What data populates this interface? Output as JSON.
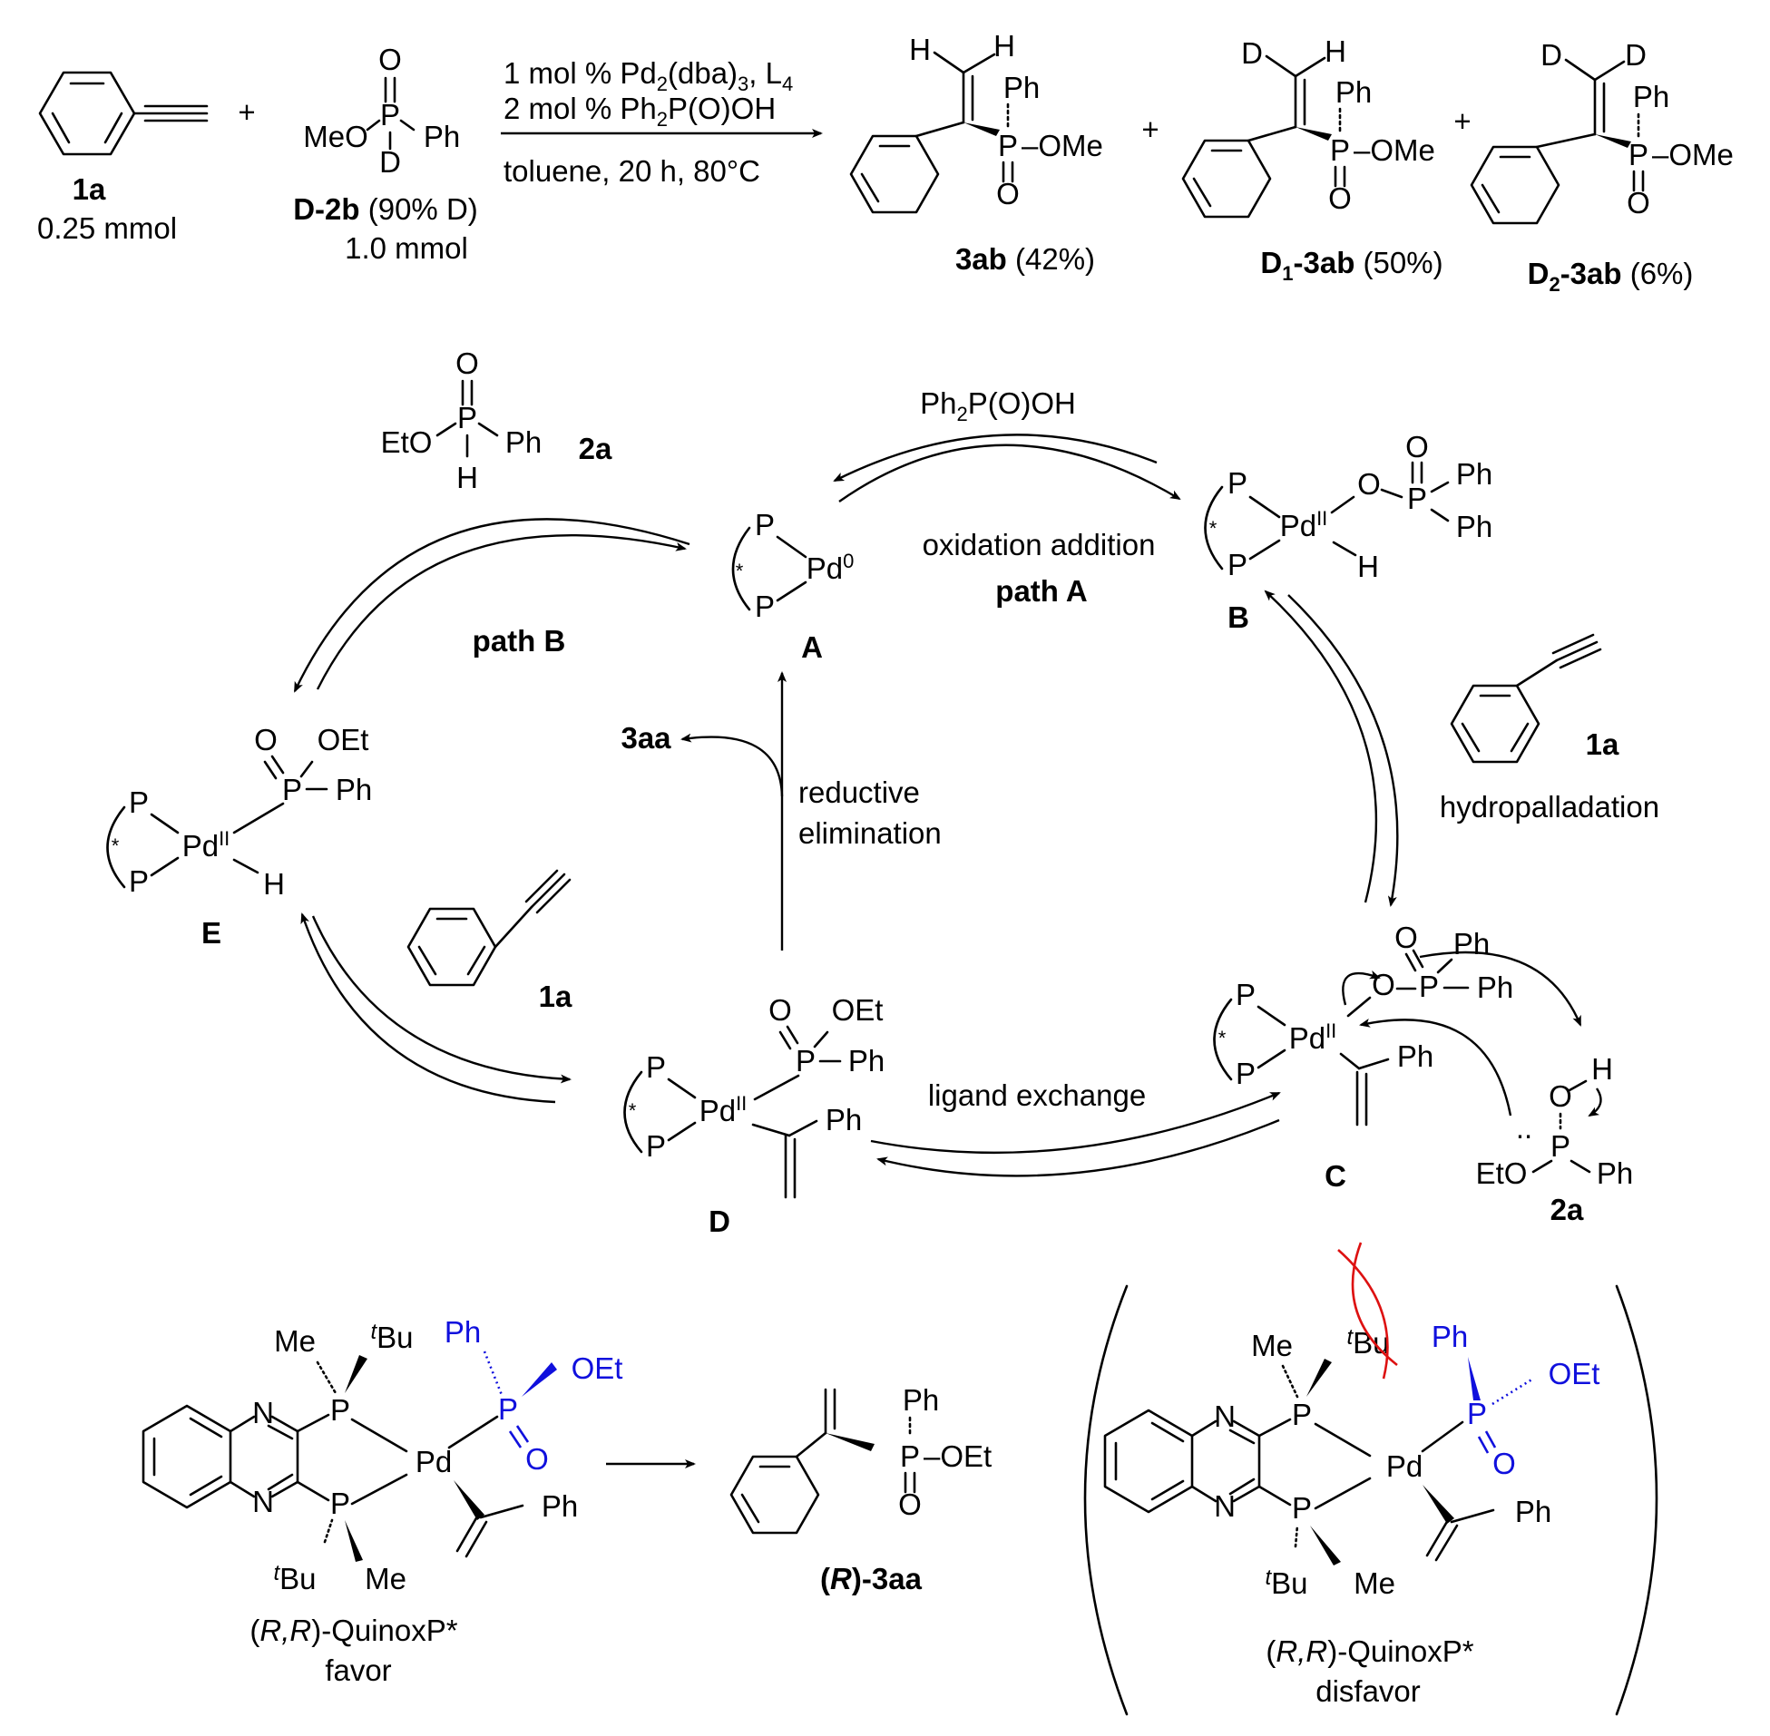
{
  "top_reaction": {
    "reactant1": {
      "label": "1a",
      "amount": "0.25 mmol"
    },
    "reactant2": {
      "label": "D-2b",
      "note": "(90% D)",
      "amount": "1.0 mmol",
      "atoms": {
        "o": "O",
        "p": "P",
        "meo": "MeO",
        "ph": "Ph",
        "d": "D"
      }
    },
    "plus": "+",
    "conditions": {
      "line1_a": "1 mol % Pd",
      "line1_sub": "2",
      "line1_b": "(dba)",
      "line1_sub2": "3",
      "line1_c": ", L",
      "line1_sub3": "4",
      "line2_a": "2 mol % Ph",
      "line2_sub": "2",
      "line2_b": "P(O)OH",
      "line3": "toluene, 20 h, 80°C"
    },
    "products": [
      {
        "label": "3ab",
        "yield": " (42%)",
        "h1": "H",
        "h2": "H"
      },
      {
        "label_a": "D",
        "label_sub": "1",
        "label_b": "-3ab",
        "yield": " (50%)",
        "h1": "D",
        "h2": "H"
      },
      {
        "label_a": "D",
        "label_sub": "2",
        "label_b": "-3ab",
        "yield": " (6%)",
        "h1": "D",
        "h2": "D"
      }
    ],
    "product_atoms": {
      "ph": "Ph",
      "p": "P",
      "ome": "–OMe",
      "o": "O"
    }
  },
  "cycle": {
    "reagent_top_a": "Ph",
    "reagent_top_sub": "2",
    "reagent_top_b": "P(O)OH",
    "step_oxidative": "oxidation addition",
    "path_a": "path A",
    "path_b": "path B",
    "step_hydropalladation": "hydropalladation",
    "step_reductive_1": "reductive",
    "step_reductive_2": "elimination",
    "step_ligand_exchange": "ligand exchange",
    "product_3aa": "3aa",
    "label_1a": "1a",
    "label_2a": "2a",
    "intermediates": {
      "A": "A",
      "B": "B",
      "C": "C",
      "D": "D",
      "E": "E"
    },
    "atoms": {
      "p": "P",
      "pd": "Pd",
      "pd0": "0",
      "pdii": "II",
      "h": "H",
      "o": "O",
      "ph": "Ph",
      "oet": "OEt",
      "eto": "EtO",
      "star": "*",
      "lone_pair": ".."
    }
  },
  "bottom": {
    "left_caption_a": "(",
    "left_caption_it": "R,R",
    "left_caption_b": ")-QuinoxP*",
    "left_note": "favor",
    "right_caption_note": "disfavor",
    "product": {
      "paren_open": "(",
      "it": "R",
      "paren_close": ")",
      "label": "-3aa"
    },
    "atoms": {
      "n": "N",
      "p": "P",
      "pd": "Pd",
      "me": "Me",
      "tbu_sup": "t",
      "tbu": "Bu",
      "ph": "Ph",
      "oet": "OEt",
      "o": "O",
      "oet_dash": "–OEt"
    }
  },
  "colors": {
    "text": "#000000",
    "highlight_blue": "#1010dd",
    "clash_red": "#dd1111"
  }
}
